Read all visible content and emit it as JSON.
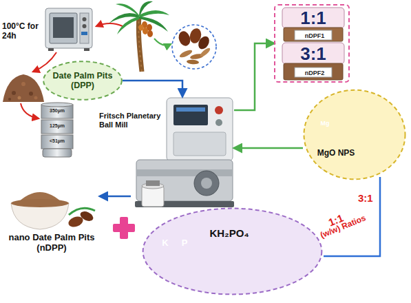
{
  "diagram": {
    "nodes": [
      {
        "text": [
          "100°C for 24h"
        ]
      },
      {
        "text": [
          "Date Palm Pits (DPP)"
        ]
      },
      {
        "text": [
          "Fritsch Planetary Ball Mill"
        ]
      },
      {
        "text": [
          "nano Date Palm Pits (nDPP)"
        ]
      },
      {
        "text": [
          "1:1",
          "nDPF1",
          "3:1",
          "nDPF2"
        ]
      },
      {
        "text": [
          "Mg",
          "MgO NPS"
        ]
      },
      {
        "text": [
          "K",
          "P",
          "KH₂PO₄"
        ]
      }
    ],
    "edges": [
      {
        "from": 1,
        "to": 2,
        "arrow": "to"
      },
      {
        "from": 2,
        "to": 3,
        "arrow": "to"
      },
      {
        "from": 2,
        "to": 4,
        "arrow": "to"
      },
      {
        "from": 5,
        "to": 2,
        "arrow": "to"
      }
    ],
    "labels": [
      "350µm",
      "125µm",
      "<51µm",
      "3:1",
      "1:1",
      "(w/w) Ratios"
    ]
  }
}
